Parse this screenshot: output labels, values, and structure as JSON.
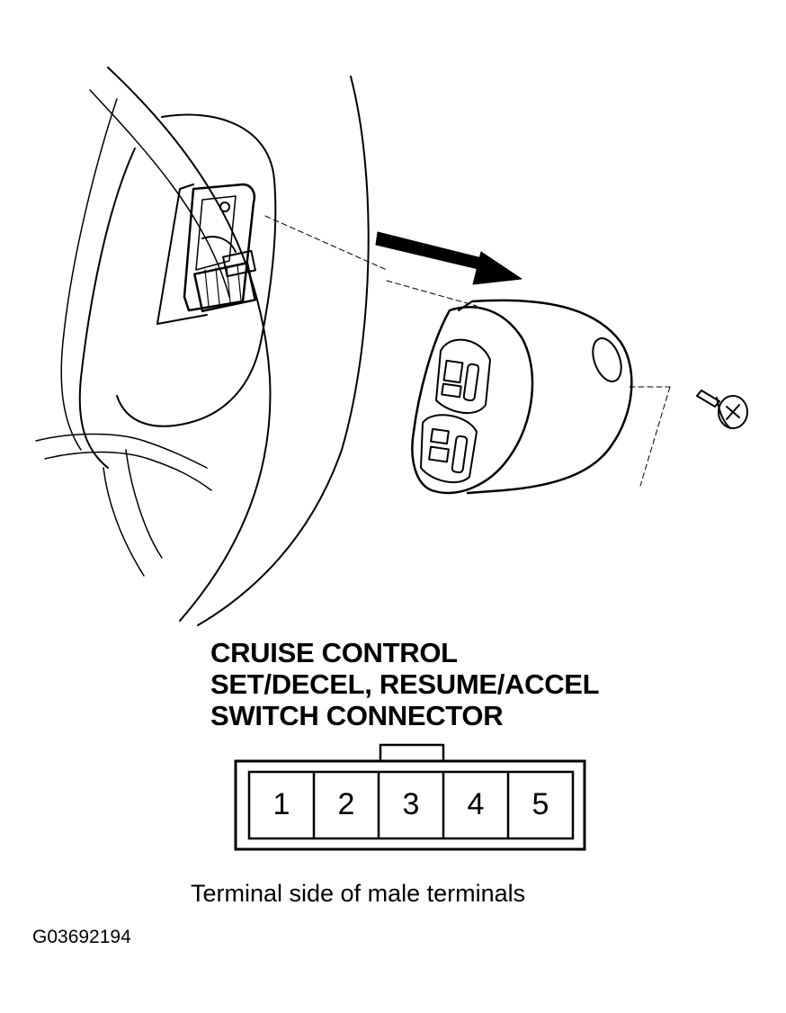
{
  "title": {
    "line1": "CRUISE CONTROL",
    "line2": "SET/DECEL, RESUME/ACCEL",
    "line3": "SWITCH CONNECTOR"
  },
  "connector": {
    "pins": [
      "1",
      "2",
      "3",
      "4",
      "5"
    ]
  },
  "caption": "Terminal side of male terminals",
  "figure_code": "G03692194"
}
